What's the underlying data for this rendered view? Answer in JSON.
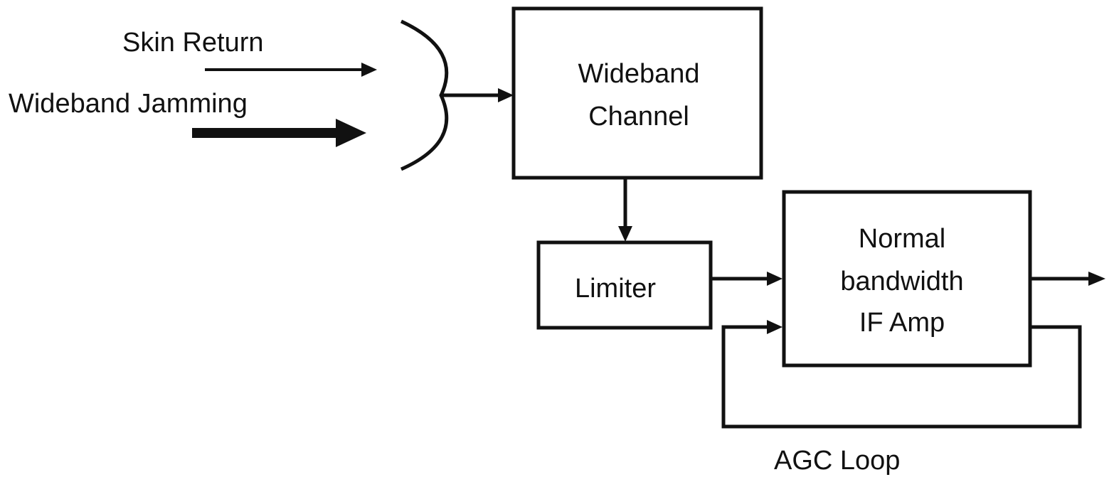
{
  "inputs": {
    "skin_return": "Skin Return",
    "wideband_jamming": "Wideband Jamming"
  },
  "blocks": {
    "wideband_channel": [
      "Wideband",
      "Channel"
    ],
    "limiter": "Limiter",
    "if_amp": [
      "Normal",
      "bandwidth",
      "IF Amp"
    ]
  },
  "loop_label": "AGC Loop",
  "colors": {
    "ink": "#111111",
    "background": "#ffffff"
  }
}
